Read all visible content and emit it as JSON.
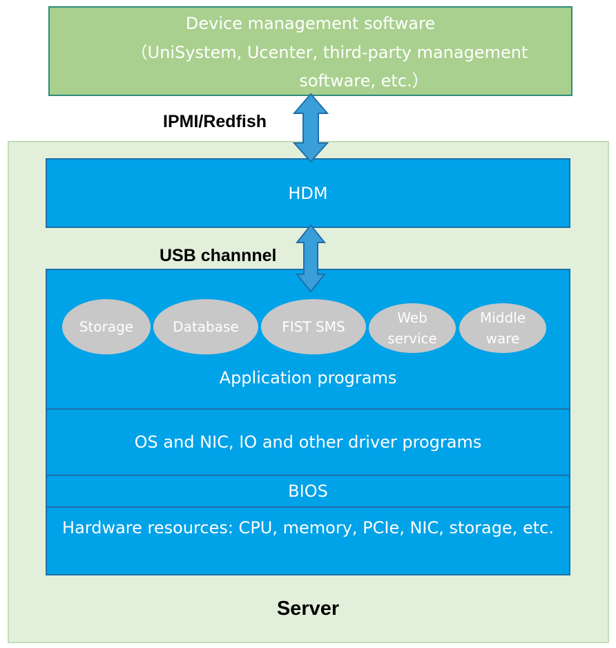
{
  "management": {
    "line1": "Device management software",
    "line2": "（UniSystem, Ucenter, third-party management",
    "line3": "software, etc.）"
  },
  "protocol_label": "IPMI/Redfish",
  "hdm": {
    "label": "HDM"
  },
  "channel_label": "USB channnel",
  "applications": {
    "items": [
      "Storage",
      "Database",
      "FIST SMS",
      "Web service",
      "Middle ware"
    ],
    "label": "Application programs"
  },
  "os_layer": {
    "label": "OS and NIC, IO and other driver programs"
  },
  "bios_layer": {
    "label": "BIOS"
  },
  "hardware_layer": {
    "label": "Hardware resources: CPU, memory, PCIe, NIC, storage, etc."
  },
  "server": {
    "label": "Server"
  },
  "colors": {
    "management_fill": "#a9d08e",
    "server_fill": "#e2efda",
    "component_fill": "#00a2e8",
    "arrow_fill": "#3a9fd8",
    "app_ellipse_fill": "#c8c8c8"
  }
}
